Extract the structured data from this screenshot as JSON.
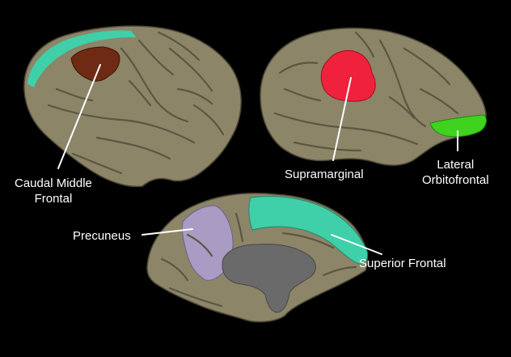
{
  "labels": {
    "caudal_middle_frontal": {
      "line1": "Caudal Middle",
      "line2": "Frontal"
    },
    "supramarginal": "Supramarginal",
    "lateral_orbitofrontal": {
      "line1": "Lateral",
      "line2": "Orbitofrontal"
    },
    "precuneus": "Precuneus",
    "superior_frontal": "Superior Frontal"
  },
  "colors": {
    "background": "#000000",
    "cortex": "#8c8568",
    "sulcus": "#5c5742",
    "superior_frontal": "#3fcfa9",
    "caudal_middle_frontal": "#6e2a12",
    "supramarginal": "#f0213c",
    "lateral_orbitofrontal": "#3fd21f",
    "precuneus": "#a99bc4",
    "medial_wall": "#6a6a6a",
    "leader_line": "#ffffff"
  }
}
